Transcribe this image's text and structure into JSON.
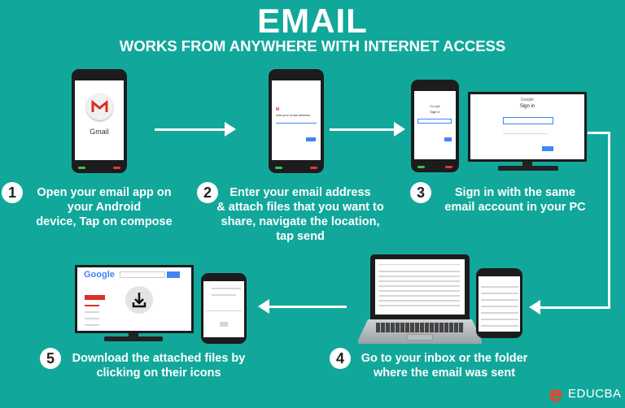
{
  "header": {
    "title": "EMAIL",
    "subtitle": "WORKS FROM ANYWHERE WITH INTERNET ACCESS"
  },
  "steps": [
    {
      "number": "1",
      "lines": [
        "Open your email app on",
        "your Android",
        "device, Tap on compose"
      ]
    },
    {
      "number": "2",
      "lines": [
        "Enter your email address",
        "& attach files that you want to",
        "share, navigate the location,",
        "tap send"
      ]
    },
    {
      "number": "3",
      "lines": [
        "Sign in with the same",
        "email account in your PC"
      ]
    },
    {
      "number": "4",
      "lines": [
        "Go to your inbox or the folder",
        "where the email was sent"
      ]
    },
    {
      "number": "5",
      "lines": [
        "Download the attached files by",
        "clicking on their icons"
      ]
    }
  ],
  "screens": {
    "gmail_app_label": "Gmail",
    "add_email_heading": "Add your email address",
    "signin_brand": "Google",
    "signin_heading": "Sign in",
    "google_logo": "Google",
    "download_icon": "download-icon"
  },
  "brand": {
    "name": "EDUCBA",
    "logo_color": "#e8452c"
  },
  "colors": {
    "background": "#11a89b",
    "text": "#ffffff",
    "gmail_red": "#d93025",
    "button_blue": "#4285f4"
  }
}
